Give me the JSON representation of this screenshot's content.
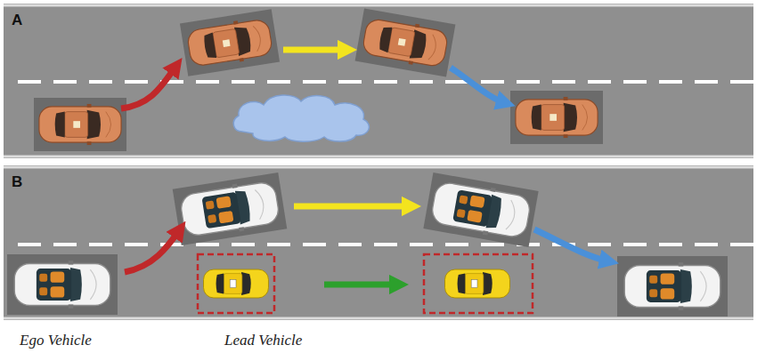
{
  "diagram": {
    "nodes": [
      {
        "text": [
          "A"
        ]
      },
      {
        "text": [
          "B"
        ]
      }
    ],
    "labels": [
      "Ego Vehicle",
      "Lead Vehicle"
    ]
  }
}
